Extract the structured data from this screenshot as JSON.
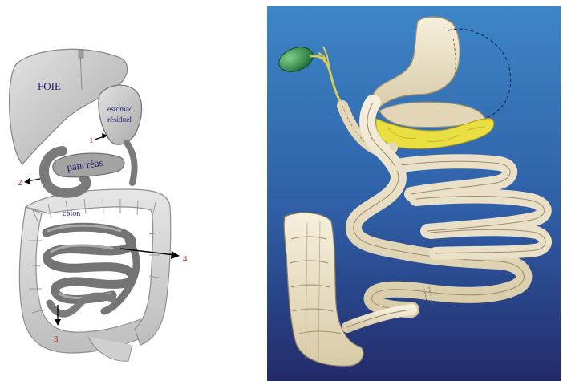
{
  "left_diagram": {
    "labels": {
      "liver": "FOIE",
      "residual_stomach_line1": "estomac",
      "residual_stomach_line2": "résiduel",
      "pancreas": "pancréas",
      "colon": "colon"
    },
    "callouts": [
      "1",
      "2",
      "3",
      "4"
    ],
    "colors": {
      "organ_fill": "#c9c9c9",
      "organ_shadow": "#8e8e8e",
      "bowel_dark": "#7a7a7a",
      "label_text": "#1b1b6b",
      "callout_number": "#c8201a",
      "arrow": "#000000"
    }
  },
  "right_diagram": {
    "colors": {
      "background_top": "#3d86c7",
      "background_bottom": "#232a6a",
      "intestine": "#eae0c8",
      "intestine_edge": "#9c8c6e",
      "pancreas": "#e9df42",
      "gallbladder": "#2f8a4a",
      "bile_duct": "#d8cc58"
    }
  }
}
